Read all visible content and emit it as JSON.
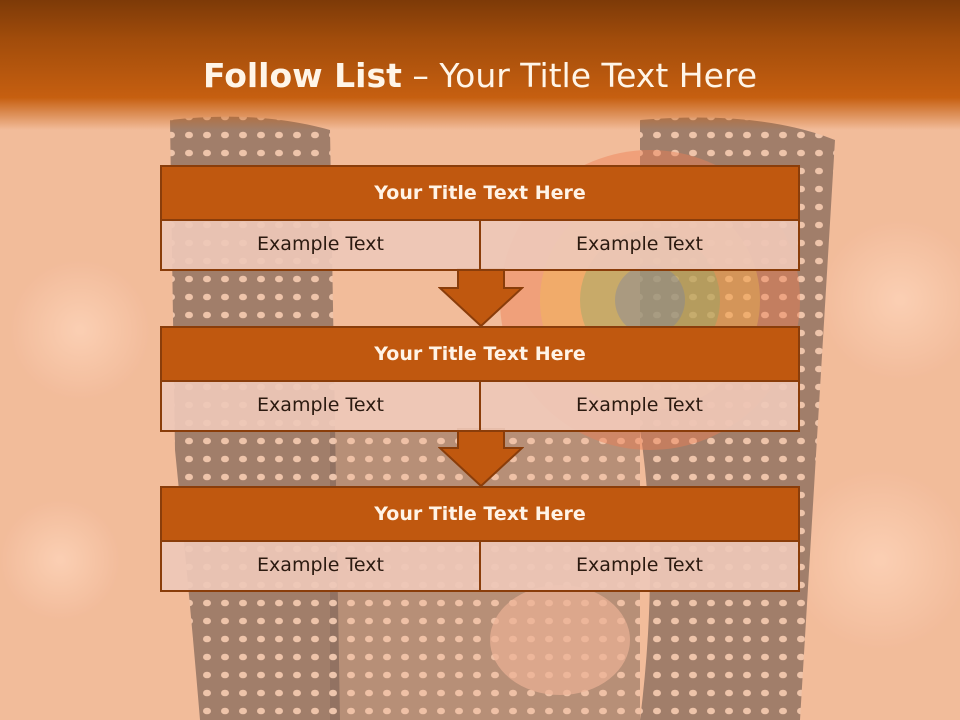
{
  "slide": {
    "title_bold": "Follow List",
    "title_rest": " – Your Title Text Here"
  },
  "steps": [
    {
      "title": "Your Title Text Here",
      "left": "Example Text",
      "right": "Example Text"
    },
    {
      "title": "Your Title Text Here",
      "left": "Example Text",
      "right": "Example Text"
    },
    {
      "title": "Your Title Text Here",
      "left": "Example Text",
      "right": "Example Text"
    }
  ],
  "colors": {
    "header": "#c65f10",
    "box_title": "#c0580f",
    "box_border": "#8a3d0a",
    "cell": "#eec8b8",
    "background": "#f3c0a0"
  }
}
